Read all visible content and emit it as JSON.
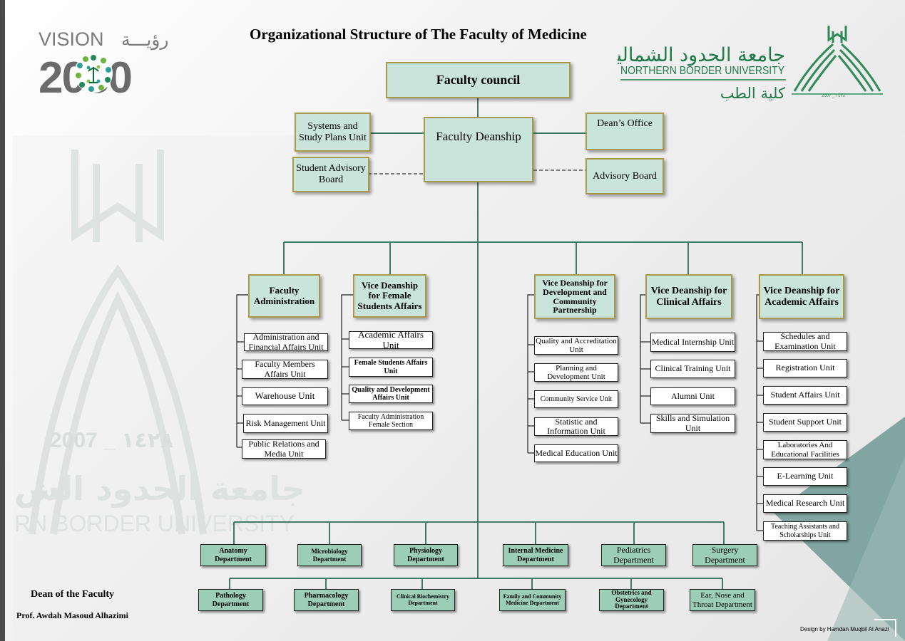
{
  "title": "Organizational Structure of The Faculty of Medicine",
  "vision_logo": {
    "word": "VISION",
    "arabic": "رؤيـــة",
    "year": "2030"
  },
  "university_logo": {
    "arabic_name": "جامعة الحدود الشمالية",
    "english_name": "NORTHERN BORDER UNIVERSITY",
    "faculty_arabic": "كلية الطب",
    "emblem_year": "2007 _ ١٤٢٨"
  },
  "watermark": {
    "year": "2007 _ ١٤٢٨",
    "arabic": "جامعة الحدود الش",
    "english": "RN BORDER UNIVERSITY"
  },
  "colors": {
    "box_fill": "#c9e4da",
    "box_border": "#a89a4a",
    "department_fill": "#9ccdb7",
    "line": "#3f7a66"
  },
  "top": {
    "faculty_council": "Faculty council",
    "faculty_deanship": "Faculty Deanship",
    "systems_unit": "Systems and Study Plans Unit",
    "student_advisory": "Student Advisory Board",
    "deans_office": "Dean’s Office",
    "advisory_board": "Advisory Board"
  },
  "branches": [
    {
      "title": "Faculty Administration",
      "units": [
        "Administration and Financial Affairs Unit",
        "Faculty Members Affairs Unit",
        "Warehouse Unit",
        "Risk Management Unit",
        "Public Relations and Media Unit"
      ]
    },
    {
      "title": "Vice Deanship for Female Students Affairs",
      "units": [
        "Academic Affairs Unit",
        "Female Students Affairs Unit",
        "Quality and Development Affairs Unit",
        "Faculty Administration Female Section"
      ]
    },
    {
      "title": "Vice Deanship for Development and Community Partnership",
      "units": [
        "Quality and Accreditation Unit",
        "Planning and Development Unit",
        "Community Service Unit",
        "Statistic and Information Unit",
        "Medical Education Unit"
      ]
    },
    {
      "title": "Vice Deanship for Clinical Affairs",
      "units": [
        "Medical Internship Unit",
        "Clinical Training Unit",
        "Alumni Unit",
        "Skills and Simulation Unit"
      ]
    },
    {
      "title": "Vice Deanship for Academic Affairs",
      "units": [
        "Schedules and Examination Unit",
        "Registration Unit",
        "Student Affairs Unit",
        "Student Support Unit",
        "Laboratories And Educational Facilities",
        "E-Learning Unit",
        "Medical Research Unit",
        "Teaching Assistants and Scholarships Unit"
      ]
    }
  ],
  "departments_row1": [
    "Anatomy Department",
    "Microbiology Department",
    "Physiology Department",
    "Internal Medicine Department",
    "Pediatrics Department",
    "Surgery Department"
  ],
  "departments_row2": [
    "Pathology Department",
    "Pharmacology Department",
    "Clinical Biochemistry Department",
    "Family and Community Medicine Department",
    "Obstetrics and Gynecology Department",
    "Ear, Nose and Throat Department"
  ],
  "footer": {
    "dean_title": "Dean of the Faculty",
    "dean_name": "Prof. Awdah Masoud Alhazimi",
    "credit": "Design by Hamdan Muqbil Al Anazi"
  }
}
